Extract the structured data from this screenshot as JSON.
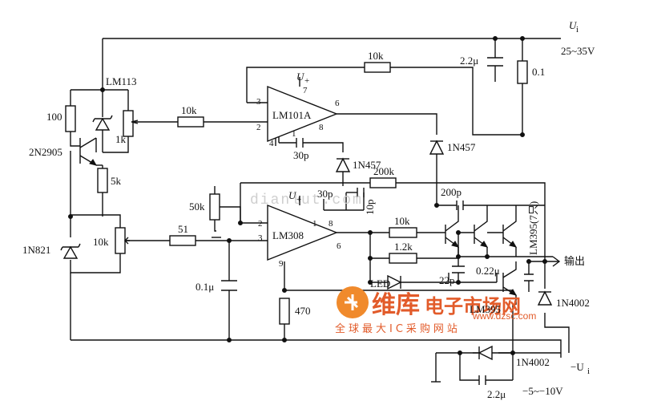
{
  "labels": {
    "ui": "U",
    "ui_sub": "i",
    "ui_range": "25~35V",
    "u_plus": "U",
    "u_plus_sub": "+",
    "neg_ui": "−U",
    "neg_ui_sub": "i",
    "neg_range": "−5~−10V",
    "output": "输出",
    "lm113": "LM113",
    "lm101a": "LM101A",
    "lm308": "LM308",
    "lm395_7": "LM395(7只)",
    "lm395": "LM395",
    "q_2n2905": "2N2905",
    "d_1n821": "1N821",
    "d_1n457_a": "1N457",
    "d_1n457_b": "1N457",
    "d_1n4002_a": "1N4002",
    "d_1n4002_b": "1N4002",
    "led": "LED",
    "r_100": "100",
    "r_1k": "1k",
    "r_5k": "5k",
    "r_10k_a": "10k",
    "r_10k_top": "10k",
    "r_10k_pot": "10k",
    "r_10k_out": "10k",
    "r_51": "51",
    "r_470": "470",
    "r_200k": "200k",
    "r_50k": "50k",
    "r_1_2k": "1.2k",
    "r_0_1": "0.1",
    "c_2_2u_top": "2.2μ",
    "c_2_2u_bot": "2.2μ",
    "c_0_1u": "0.1μ",
    "c_0_22u": "0.22μ",
    "c_30p_a": "30p",
    "c_30p_b": "30p",
    "c_10p": "10p",
    "c_200p": "200p",
    "c_22p": "22p",
    "pin_3a": "3",
    "pin_2a": "2",
    "pin_4a": "4",
    "pin_7a": "7",
    "pin_6a": "6",
    "pin_1a": "1",
    "pin_8a": "8",
    "pin_2b": "2",
    "pin_3b": "3",
    "pin_9b": "9",
    "pin_8b": "8",
    "pin_6b": "6",
    "pin_1b": "1",
    "watermark_name": "维库",
    "watermark_sub": "电子市场网",
    "watermark_url": "www.dzsc.com",
    "watermark_slogan": "全球最大IC采购网站",
    "watermark_url2": "dianlut.com"
  },
  "colors": {
    "line": "#111111",
    "watermark_orange": "#f08a2c",
    "watermark_red": "#e25b2a",
    "watermark_gray": "#cfcfcf"
  }
}
